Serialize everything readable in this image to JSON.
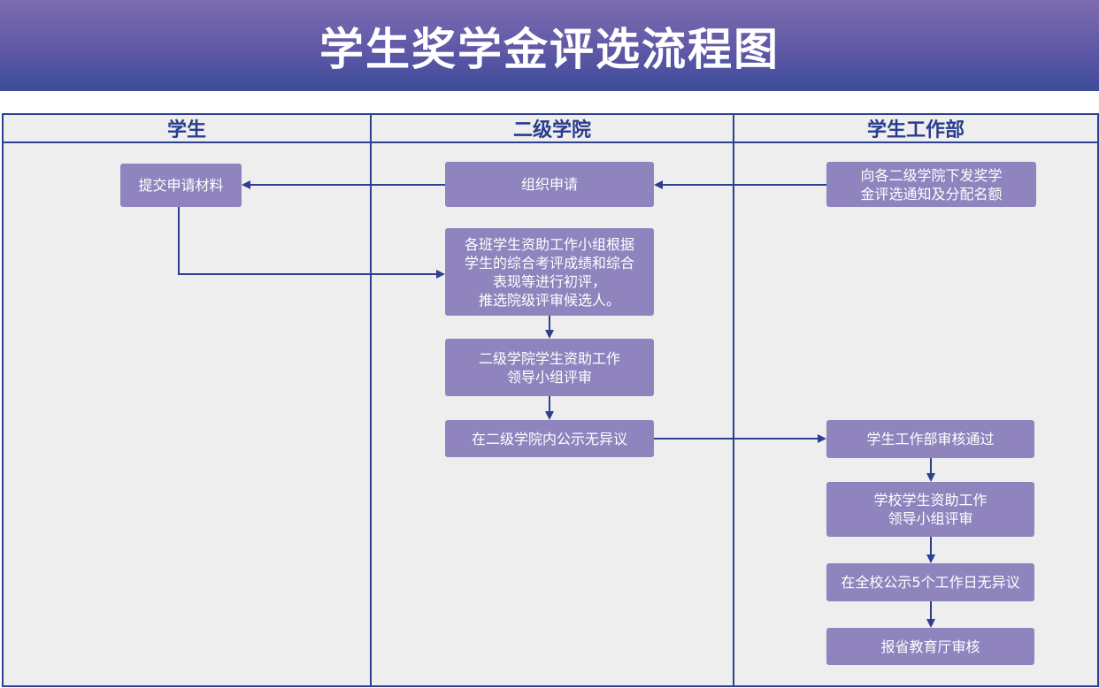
{
  "title": "学生奖学金评选流程图",
  "columns": [
    "学生",
    "二级学院",
    "学生工作部"
  ],
  "nodes": {
    "submit": "提交申请材料",
    "organize": "组织申请",
    "notice": "向各二级学院下发奖学\n金评选通知及分配名额",
    "initial_review": "各班学生资助工作小组根据\n学生的综合考评成绩和综合\n表现等进行初评，\n推选院级评审候选人。",
    "college_review": "二级学院学生资助工作\n领导小组评审",
    "college_publicity": "在二级学院内公示无异议",
    "dept_approve": "学生工作部审核通过",
    "school_review": "学校学生资助工作\n领导小组评审",
    "school_publicity": "在全校公示5个工作日无异议",
    "report": "报省教育厅审核"
  },
  "colors": {
    "banner": "#5f58a6",
    "node": "#8f84bd",
    "line": "#2f3f8f",
    "header_text": "#2a3d8c",
    "background": "#eeeeef"
  }
}
